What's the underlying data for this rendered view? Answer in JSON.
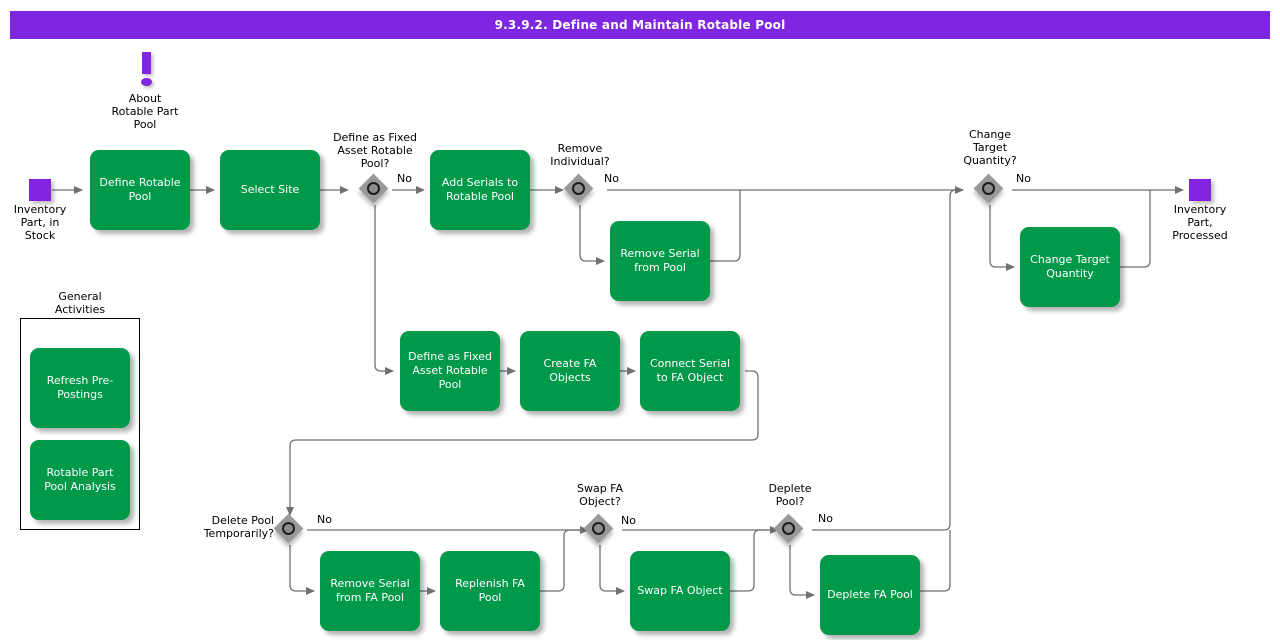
{
  "header": {
    "title": "9.3.9.2. Define and Maintain Rotable Pool"
  },
  "colors": {
    "header_purple": "#7f27e0",
    "activity_green": "#009949",
    "terminator_purple": "#8324e0",
    "decision_gray": "#999999",
    "connector_gray": "#707070",
    "text_white": "#ffffff",
    "text_black": "#000000"
  },
  "info_note": {
    "icon": "exclamation-icon",
    "label": "About\nRotable Part\nPool"
  },
  "terminators": [
    {
      "name": "start",
      "label": "Inventory\nPart, in\nStock"
    },
    {
      "name": "end",
      "label": "Inventory\nPart,\nProcessed"
    }
  ],
  "group": {
    "title": "General\nActivities",
    "activities": [
      {
        "label": "Refresh Pre-\nPostings"
      },
      {
        "label": "Rotable Part\nPool Analysis"
      }
    ]
  },
  "activities": [
    {
      "id": "define-rotable-pool",
      "label": "Define Rotable\nPool"
    },
    {
      "id": "select-site",
      "label": "Select Site"
    },
    {
      "id": "add-serials-to-rotable-pool",
      "label": "Add Serials to\nRotable Pool"
    },
    {
      "id": "remove-serial-from-pool",
      "label": "Remove Serial\nfrom Pool"
    },
    {
      "id": "change-target-quantity",
      "label": "Change Target\nQuantity"
    },
    {
      "id": "define-as-fixed-asset-rotable-pool",
      "label": "Define as Fixed\nAsset Rotable\nPool"
    },
    {
      "id": "create-fa-objects",
      "label": "Create FA\nObjects"
    },
    {
      "id": "connect-serial-to-fa-object",
      "label": "Connect Serial\nto FA Object"
    },
    {
      "id": "remove-serial-from-fa-pool",
      "label": "Remove Serial\nfrom FA Pool"
    },
    {
      "id": "replenish-fa-pool",
      "label": "Replenish FA\nPool"
    },
    {
      "id": "swap-fa-object",
      "label": "Swap FA Object"
    },
    {
      "id": "deplete-fa-pool",
      "label": "Deplete FA Pool"
    }
  ],
  "decisions": [
    {
      "id": "define-as-fixed-asset-rotable-pool-q",
      "label": "Define as Fixed\nAsset Rotable\nPool?",
      "branch_label": "No"
    },
    {
      "id": "remove-individual-q",
      "label": "Remove\nIndividual?",
      "branch_label": "No"
    },
    {
      "id": "change-target-quantity-q",
      "label": "Change\nTarget\nQuantity?",
      "branch_label": "No"
    },
    {
      "id": "delete-pool-temporarily-q",
      "label": "Delete Pool\nTemporarily?",
      "branch_label": "No"
    },
    {
      "id": "swap-fa-object-q",
      "label": "Swap FA\nObject?",
      "branch_label": "No"
    },
    {
      "id": "deplete-pool-q",
      "label": "Deplete\nPool?",
      "branch_label": "No"
    }
  ]
}
